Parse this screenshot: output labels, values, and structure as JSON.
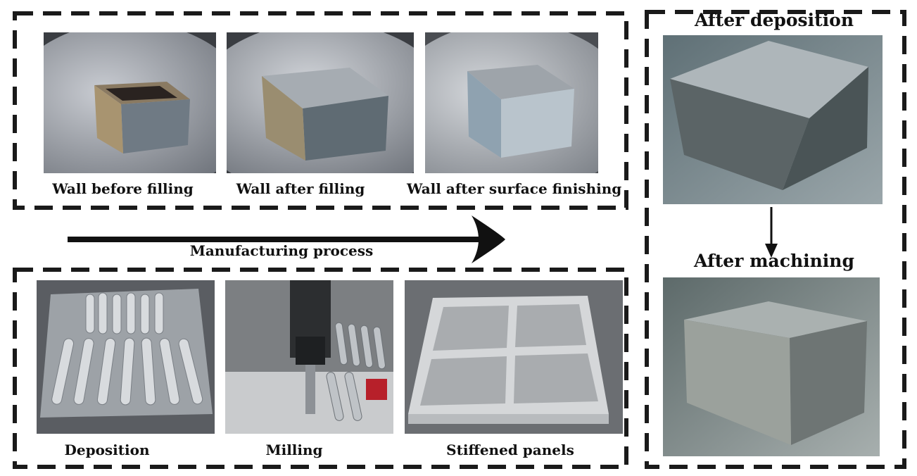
{
  "top_panel": {
    "captions": [
      "Wall before filling",
      "Wall after filling",
      "Wall after surface finishing"
    ]
  },
  "process_arrow": {
    "label": "Manufacturing process"
  },
  "bottom_panel": {
    "captions": [
      "Deposition",
      "Milling",
      "Stiffened panels"
    ]
  },
  "right_panel": {
    "top_heading": "After deposition",
    "bottom_heading": "After machining"
  },
  "colors": {
    "frame_dash": "#1a1a1a",
    "arrow": "#111111",
    "metal_light": "#c8ccd0",
    "metal_dark": "#4a5058"
  }
}
